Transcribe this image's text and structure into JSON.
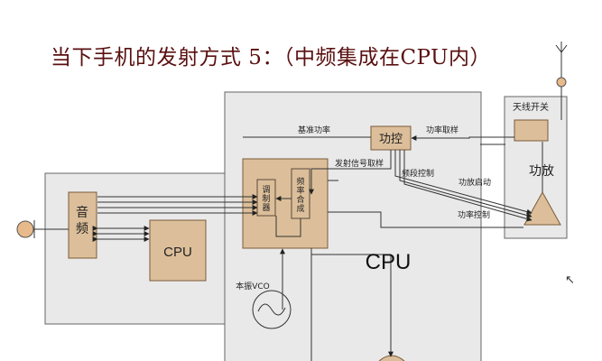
{
  "title": "当下手机的发射方式 5：（中频集成在CPU内）",
  "blocks": {
    "audio": "音\n频",
    "cpu_small": "CPU",
    "cpu_big": "CPU",
    "modulator": "调\n制\n器",
    "synth": "频\n率\n合\n成",
    "power_ctrl": "功控",
    "antenna_switch": "天线开关",
    "pa": "功放"
  },
  "labels": {
    "baseline_power": "基准功率",
    "power_sample": "功率取样",
    "tx_sample": "发射信号取样",
    "band_ctrl": "频段控制",
    "pa_enable": "功放启动",
    "power_ctrl2": "功率控制",
    "vco": "本振VCO"
  },
  "colors": {
    "block_fill": "#dcbf9a",
    "block_stroke": "#7a5a3a",
    "panel_fill": "#e9e9e9",
    "panel_stroke": "#666666",
    "title": "#5a1010"
  },
  "icons": {
    "cursor": "mouse-cursor-icon",
    "antenna": "antenna-icon",
    "speaker": "speaker-icon",
    "oscillator": "sine-wave-icon"
  }
}
